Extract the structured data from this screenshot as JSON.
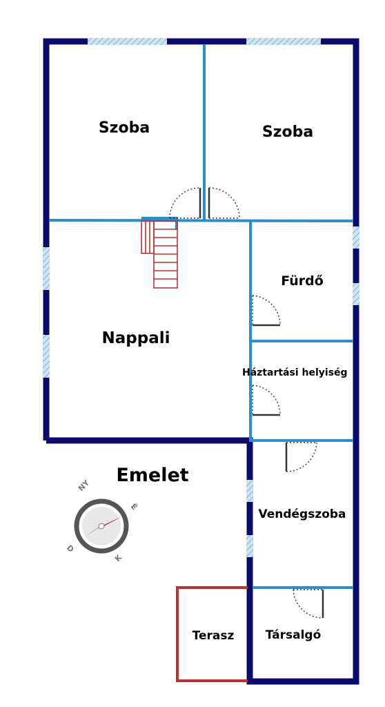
{
  "floor_title": "Emelet",
  "rooms": {
    "szoba_left": "Szoba",
    "szoba_right": "Szoba",
    "nappali": "Nappali",
    "furdo": "Fürdő",
    "haztartasi": "Háztartási helyiség",
    "vendegszoba": "Vendégszoba",
    "terasz": "Terasz",
    "tarsalgo": "Társalgó"
  },
  "compass": {
    "north": "NY",
    "east": "É",
    "south": "D",
    "west": "K"
  },
  "colors": {
    "outer_wall": "#0b0b6e",
    "inner_wall": "#2a8fc8",
    "window": "#a9cfe6",
    "stairs": "#b83232",
    "terrace": "#b83232",
    "compass_ring": "#555555",
    "compass_needle": "#c2185b"
  }
}
